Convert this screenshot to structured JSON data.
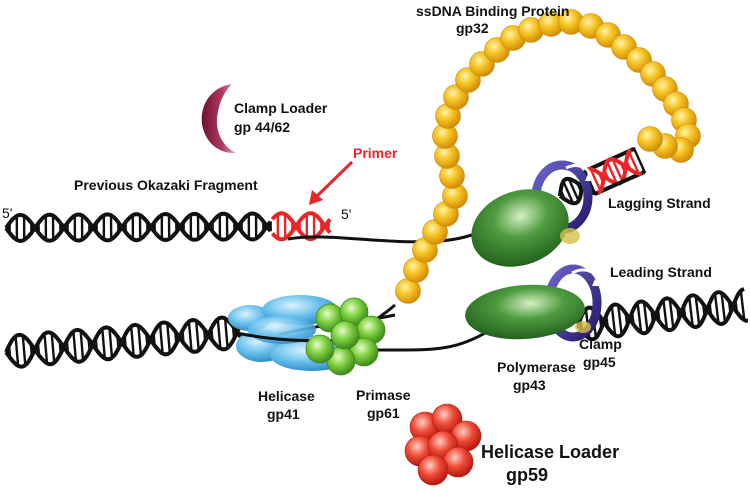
{
  "labels": {
    "ssdna_title": "ssDNA Binding Protein",
    "ssdna_id": "gp32",
    "clamp_loader_title": "Clamp Loader",
    "clamp_loader_id": "gp 44/62",
    "primer": "Primer",
    "five_prime_top_left": "5'",
    "five_prime_primer": "5'",
    "okazaki": "Previous Okazaki Fragment",
    "lagging": "Lagging Strand",
    "leading": "Leading Strand",
    "helicase_title": "Helicase",
    "helicase_id": "gp41",
    "primase_title": "Primase",
    "primase_id": "gp61",
    "polymerase_title": "Polymerase",
    "polymerase_id": "gp43",
    "clamp_title": "Clamp",
    "clamp_id": "gp45",
    "helicase_loader_title": "Helicase Loader",
    "helicase_loader_id": "gp59"
  },
  "colors": {
    "primer_red": "#e8262a",
    "ssb_yellow": "#f5bf1c",
    "clamp_loader_maroon": "#9b2048",
    "polymerase_green": "#2f7d2a",
    "clamp_purple": "#3b2d8e",
    "helicase_blue": "#59b6e8",
    "primase_green": "#6cc63a",
    "helicase_loader_red": "#e8382c",
    "dna_black": "#111111"
  }
}
